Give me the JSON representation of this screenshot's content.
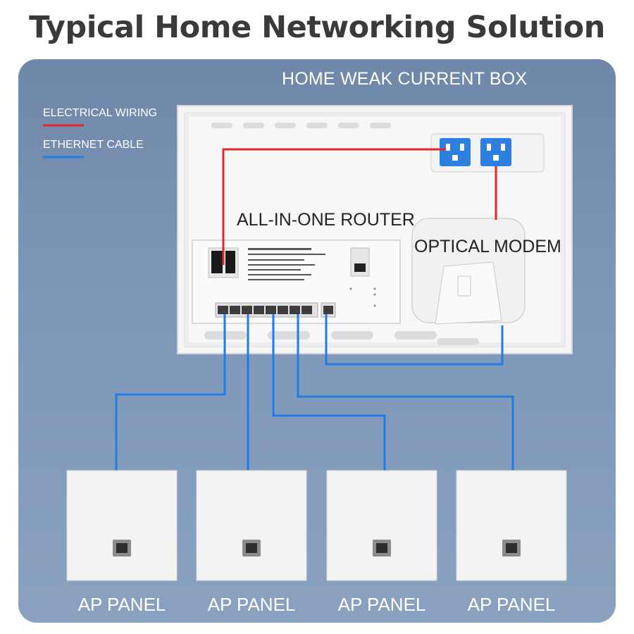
{
  "title": "Typical Home Networking Solution",
  "box_label": "HOME WEAK CURRENT BOX",
  "legend": {
    "electrical": {
      "label": "ELECTRICAL WIRING",
      "color": "#e8252b"
    },
    "ethernet": {
      "label": "ETHERNET CABLE",
      "color": "#1f7be6"
    }
  },
  "router_label": "ALL-IN-ONE ROUTER",
  "modem_label": "OPTICAL MODEM",
  "ap_panels": [
    {
      "label": "AP PANEL"
    },
    {
      "label": "AP PANEL"
    },
    {
      "label": "AP PANEL"
    },
    {
      "label": "AP PANEL"
    }
  ],
  "colors": {
    "background_panel": "#7b93b4",
    "title_text": "#3a3a3a",
    "enclosure": "#f4f4f4"
  }
}
